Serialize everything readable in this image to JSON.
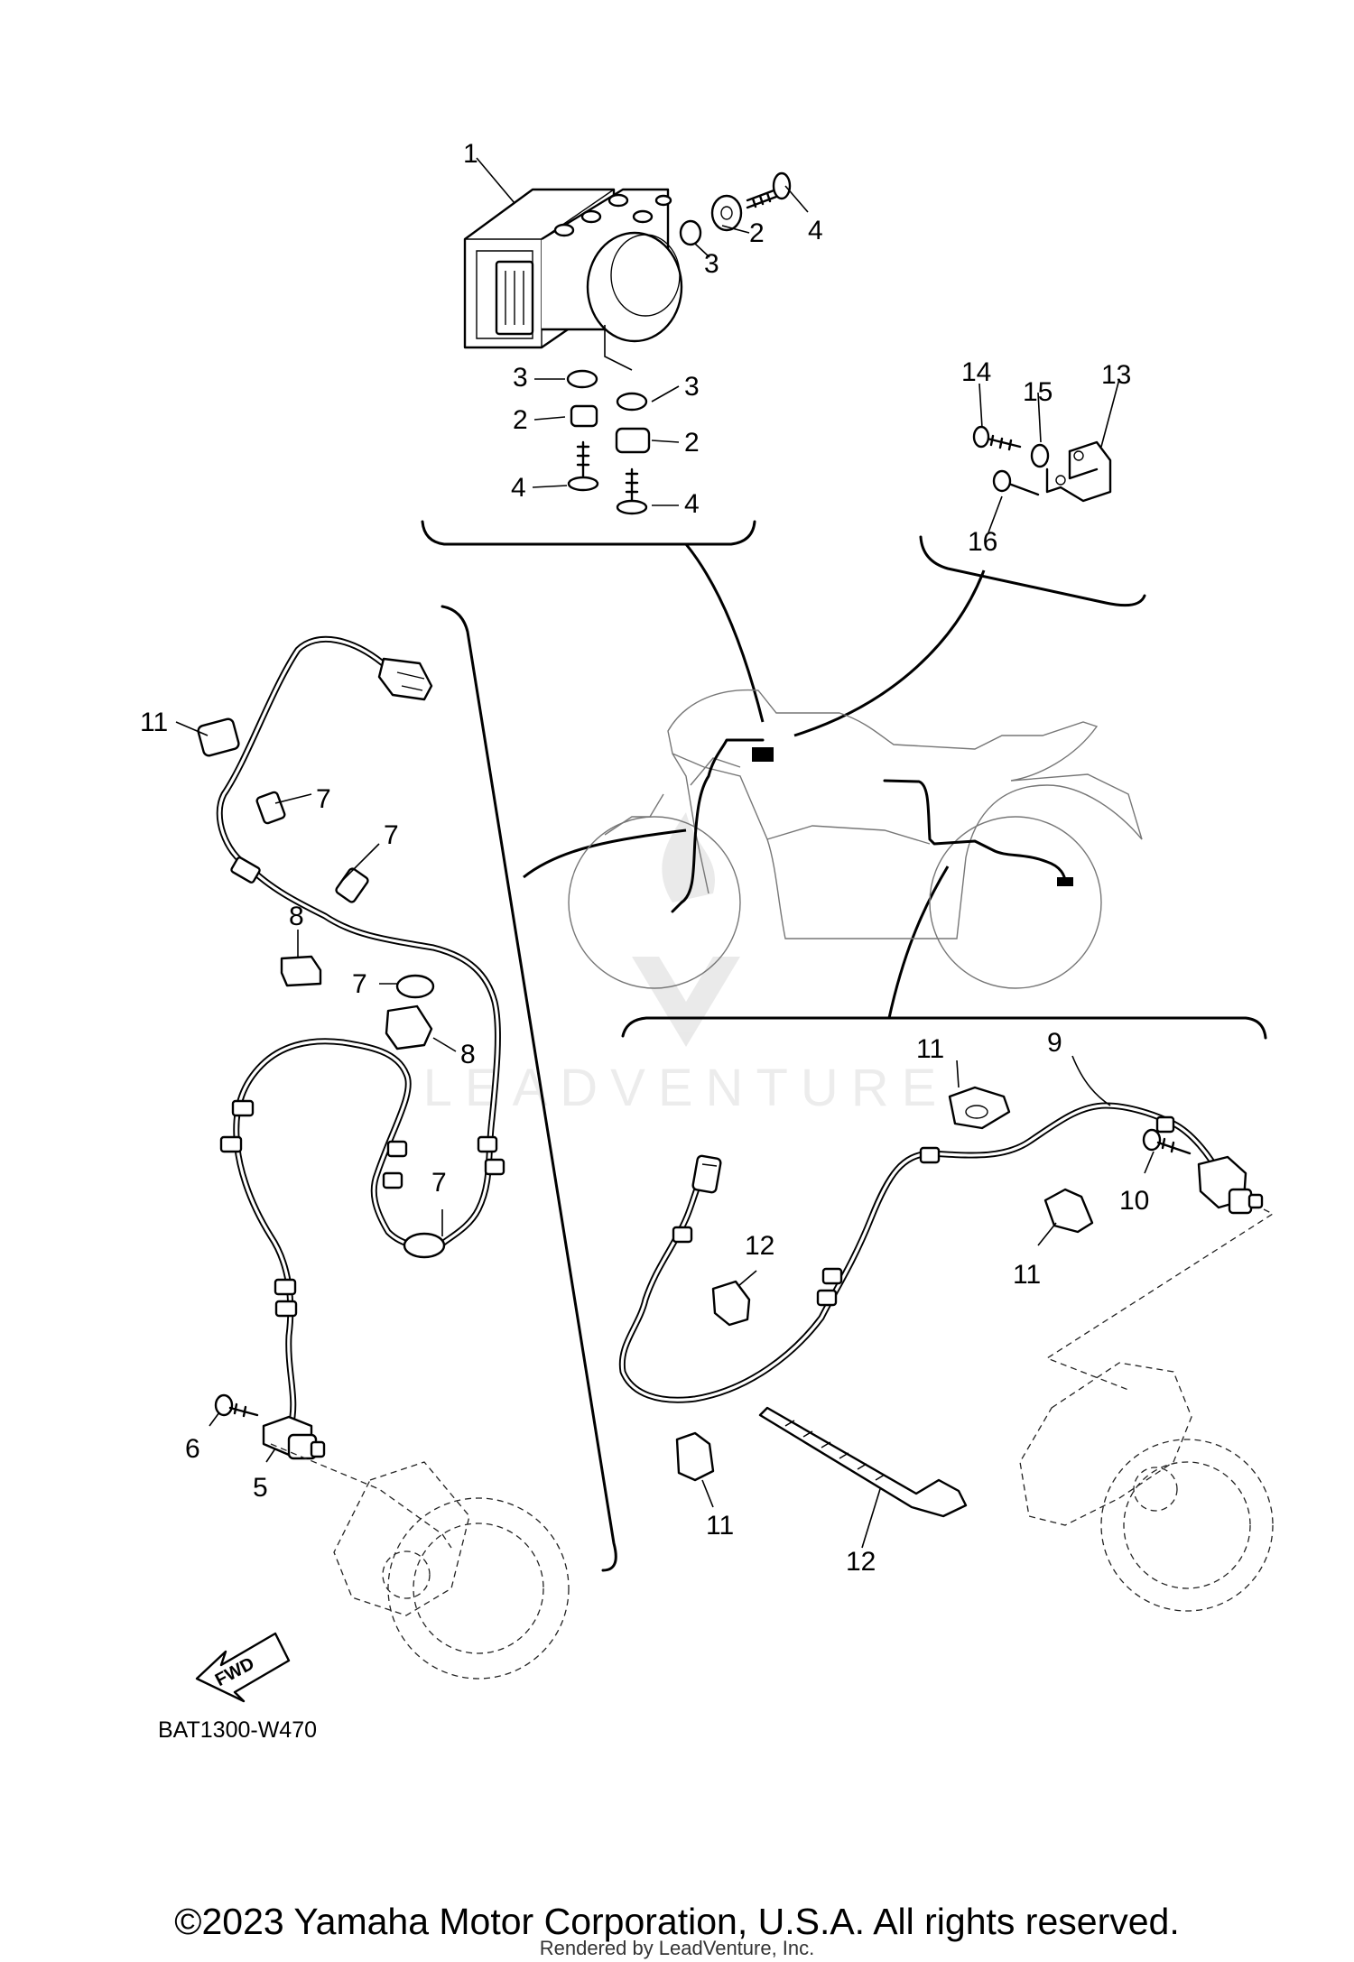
{
  "diagram_code": "BAT1300-W470",
  "copyright": "©2023 Yamaha Motor Corporation, U.S.A. All rights reserved.",
  "rendered_by": "Rendered by LeadVenture, Inc.",
  "watermark": "LEADVENTURE",
  "fwd_label": "FWD",
  "callouts": {
    "c1": "1",
    "c2a": "2",
    "c2b": "2",
    "c2c": "2",
    "c3a": "3",
    "c3b": "3",
    "c3c": "3",
    "c4a": "4",
    "c4b": "4",
    "c4c": "4",
    "c5": "5",
    "c6": "6",
    "c7a": "7",
    "c7b": "7",
    "c7c": "7",
    "c7d": "7",
    "c8a": "8",
    "c8b": "8",
    "c9": "9",
    "c10": "10",
    "c11a": "11",
    "c11b": "11",
    "c11c": "11",
    "c11d": "11",
    "c12a": "12",
    "c12b": "12",
    "c13": "13",
    "c14": "14",
    "c15": "15",
    "c16": "16"
  }
}
